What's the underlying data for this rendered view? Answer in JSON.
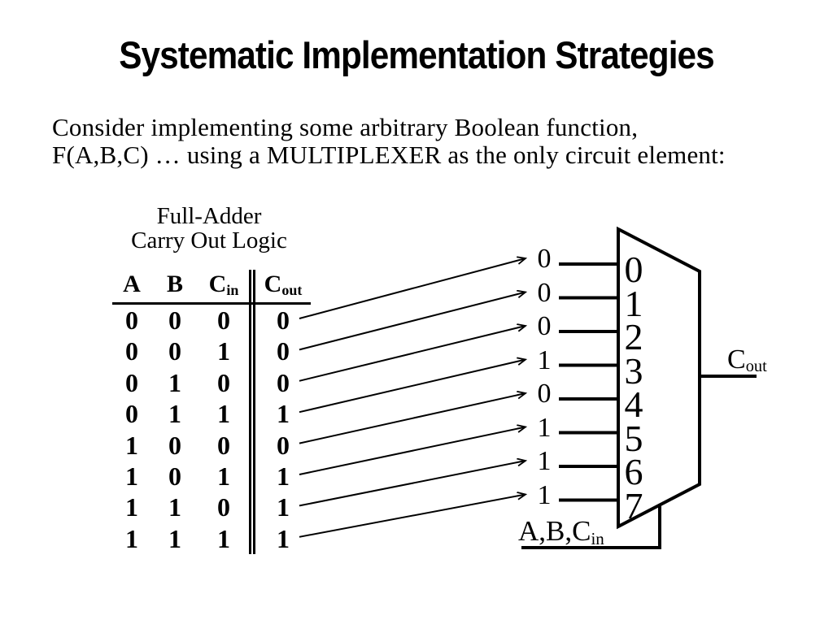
{
  "slide": {
    "title": "Systematic Implementation Strategies",
    "body": {
      "line1": "Consider implementing some arbitrary Boolean function,",
      "line2": "F(A,B,C) … using a MULTIPLEXER as the only circuit element:"
    }
  },
  "truth_table": {
    "caption": {
      "line1": "Full-Adder",
      "line2": "Carry Out Logic"
    },
    "headers": [
      {
        "base": "A",
        "sub": ""
      },
      {
        "base": "B",
        "sub": ""
      },
      {
        "base": "C",
        "sub": "in"
      },
      {
        "base": "C",
        "sub": "out"
      }
    ],
    "rows": [
      [
        "0",
        "0",
        "0",
        "0"
      ],
      [
        "0",
        "0",
        "1",
        "0"
      ],
      [
        "0",
        "1",
        "0",
        "0"
      ],
      [
        "0",
        "1",
        "1",
        "1"
      ],
      [
        "1",
        "0",
        "0",
        "0"
      ],
      [
        "1",
        "0",
        "1",
        "1"
      ],
      [
        "1",
        "1",
        "0",
        "1"
      ],
      [
        "1",
        "1",
        "1",
        "1"
      ]
    ]
  },
  "mux": {
    "input_values": [
      "0",
      "0",
      "0",
      "1",
      "0",
      "1",
      "1",
      "1"
    ],
    "port_labels": [
      "0",
      "1",
      "2",
      "3",
      "4",
      "5",
      "6",
      "7"
    ],
    "output_label": {
      "base": "C",
      "sub": "out"
    },
    "select_label": {
      "base": "A,B,C",
      "sub": "in"
    }
  },
  "colors": {
    "ink": "#000000",
    "background": "#ffffff"
  }
}
